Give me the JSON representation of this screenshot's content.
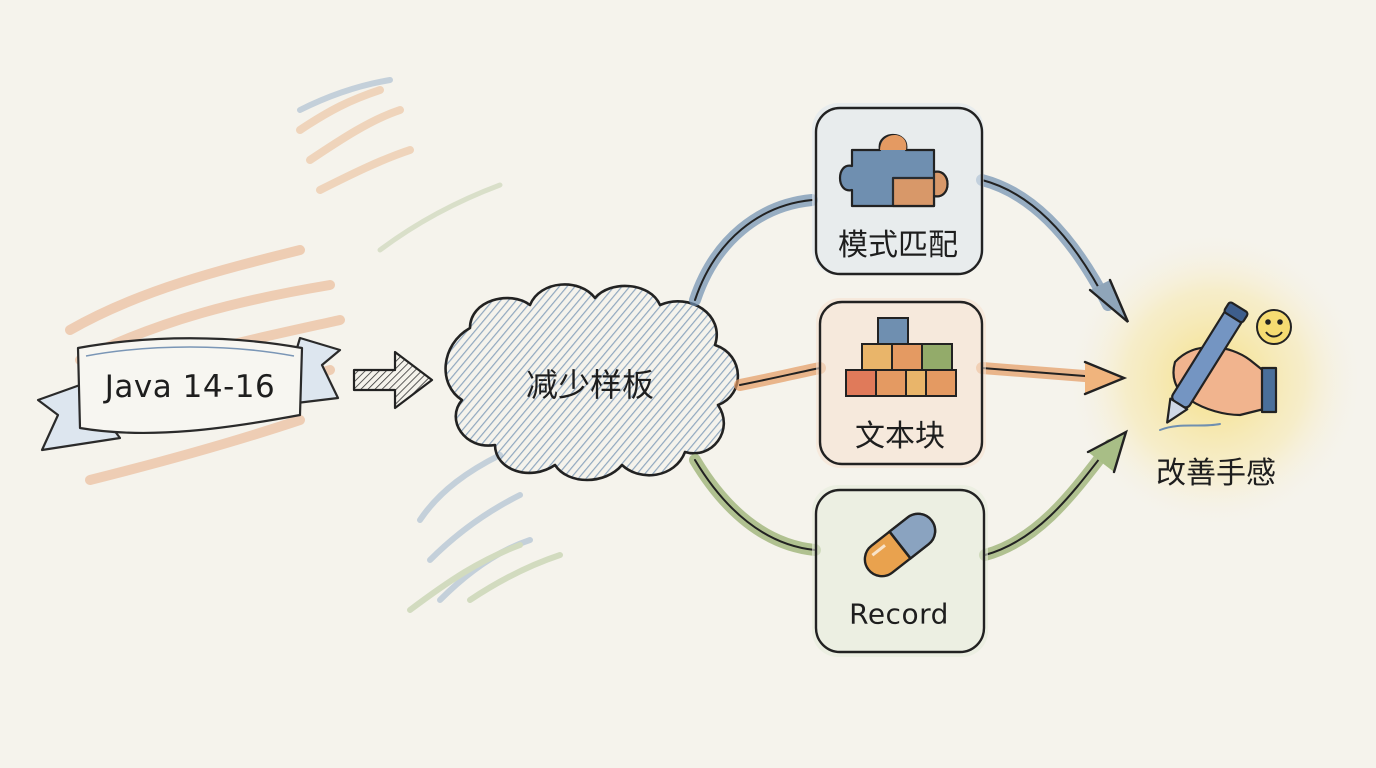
{
  "source": {
    "label": "Java 14-16"
  },
  "hub": {
    "label": "减少样板"
  },
  "features": [
    {
      "id": "pattern-matching",
      "label": "模式匹配",
      "icon": "puzzle-piece-icon",
      "color": "#6f8fb0"
    },
    {
      "id": "text-blocks",
      "label": "文本块",
      "icon": "stacked-blocks-icon",
      "color": "#e49a62"
    },
    {
      "id": "record",
      "label": "Record",
      "icon": "capsule-pill-icon",
      "color": "#93ab6a"
    }
  ],
  "result": {
    "label": "改善手感",
    "icon": "hand-writing-pen-icon",
    "extra_icon": "smiley-face-icon"
  },
  "colors": {
    "background": "#f5f3ec",
    "blue": "#6f8fb0",
    "orange": "#e49a62",
    "green": "#93ab6a",
    "yellow_glow": "#f6dc72",
    "ink": "#1e1e1e"
  }
}
